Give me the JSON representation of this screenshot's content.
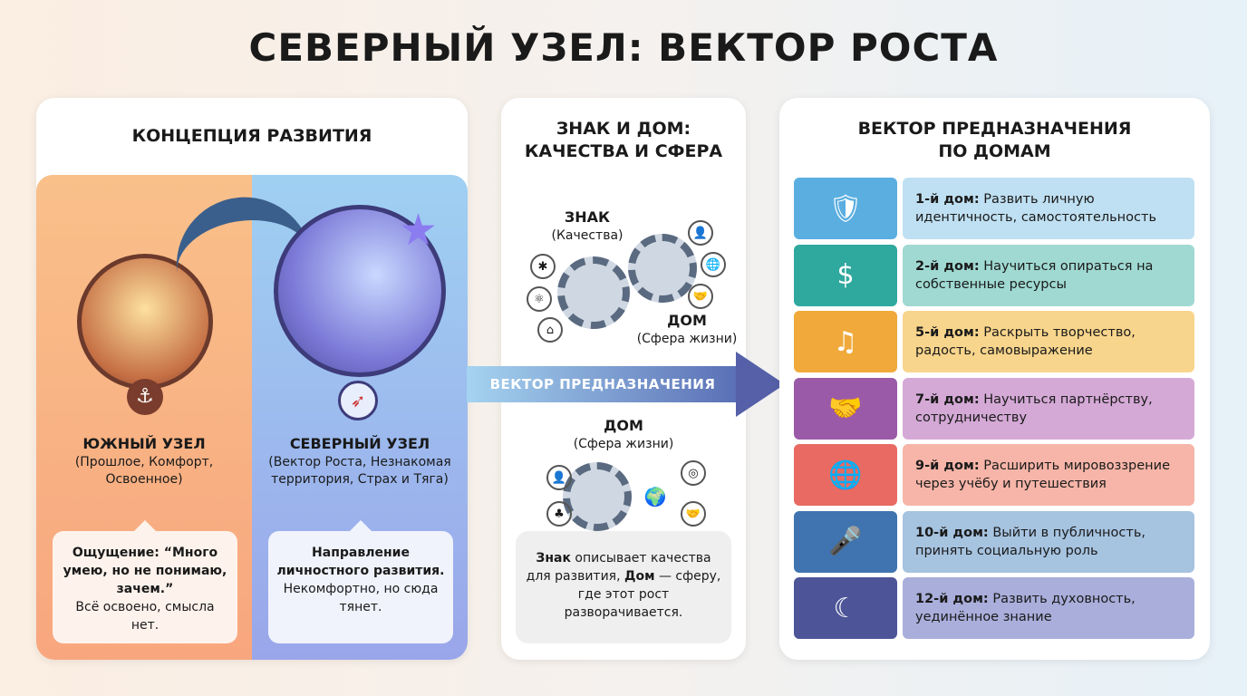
{
  "title": "СЕВЕРНЫЙ УЗЕЛ: ВЕКТОР РОСТА",
  "concept": {
    "header": "КОНЦЕПЦИЯ РАЗВИТИЯ",
    "south": {
      "name": "ЮЖНЫЙ УЗЕЛ",
      "desc": "(Прошлое, Комфорт, Освоенное)",
      "bubble_bold": "Ощущение: “Много умею, но не понимаю, зачем.”",
      "bubble_text": "Всё освоено, смысла нет."
    },
    "north": {
      "name": "СЕВЕРНЫЙ УЗЕЛ",
      "desc": "(Вектор Роста, Незнакомая территория, Страх и Тяга)",
      "bubble_bold": "Направление личностного развития.",
      "bubble_text": "Некомфортно, но сюда тянет."
    }
  },
  "sign_house": {
    "header": "ЗНАК И ДОМ: КАЧЕСТВА И СФЕРА",
    "sign_label": "ЗНАК",
    "sign_sub": "(Качества)",
    "house_label": "ДОМ",
    "house_sub": "(Сфера жизни)",
    "house2_label": "ДОМ",
    "house2_sub": "(Сфера жизни)",
    "note_b1": "Знак",
    "note_t1": " описывает качества для развития, ",
    "note_b2": "Дом",
    "note_t2": " — сферу, где этот рост разворачивается."
  },
  "arrow_label": "ВЕКТОР ПРЕДНАЗНАЧЕНИЯ",
  "houses": {
    "header": "ВЕКТОР ПРЕДНАЗНАЧЕНИЯ ПО ДОМАМ",
    "items": [
      {
        "num": "1-й дом:",
        "text": " Развить личную идентичность, самостоятельность",
        "icon": "person-shield-icon",
        "glyph": "🛡",
        "c1": "#5aaee0",
        "c2": "#bfe0f2"
      },
      {
        "num": "2-й дом:",
        "text": " Научиться опираться на собственные ресурсы",
        "icon": "hand-plant-coin-icon",
        "glyph": "$",
        "c1": "#2fa89e",
        "c2": "#9fd9d2"
      },
      {
        "num": "5-й дом:",
        "text": " Раскрыть творчество, радость, самовыражение",
        "icon": "brush-music-mask-icon",
        "glyph": "♫",
        "c1": "#f0a93a",
        "c2": "#f8d58c"
      },
      {
        "num": "7-й дом:",
        "text": " Научиться партнёрству, сотрудничеству",
        "icon": "handshake-icon",
        "glyph": "🤝",
        "c1": "#9a5aa8",
        "c2": "#d4a9d6"
      },
      {
        "num": "9-й дом:",
        "text": " Расширить мировоззрение через учёбу и путешествия",
        "icon": "book-globe-icon",
        "glyph": "🌐",
        "c1": "#e86a62",
        "c2": "#f6b5a8"
      },
      {
        "num": "10-й дом:",
        "text": " Выйти в публичность, принять социальную роль",
        "icon": "podium-speaker-icon",
        "glyph": "🎤",
        "c1": "#3f74b0",
        "c2": "#a6c3e0"
      },
      {
        "num": "12-й дом:",
        "text": " Развить духовность, уединённое знание",
        "icon": "meditation-moon-eye-icon",
        "glyph": "☾",
        "c1": "#4d5598",
        "c2": "#a9aedb"
      }
    ]
  }
}
